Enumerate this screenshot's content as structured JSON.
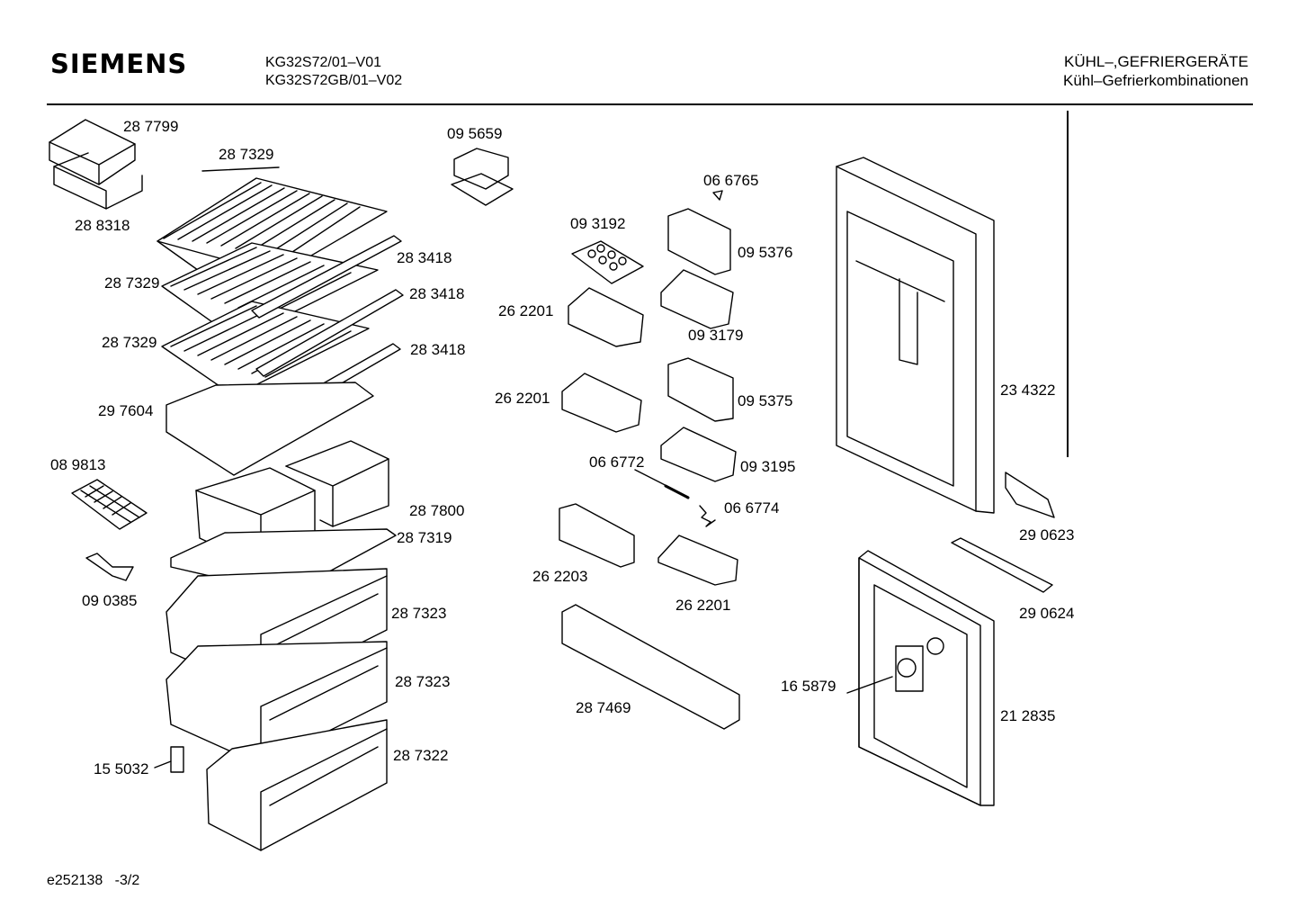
{
  "header": {
    "brand": "SIEMENS",
    "models": [
      "KG32S72/01–V01",
      "KG32S72GB/01–V02"
    ],
    "category_line1": "KÜHL–,GEFRIERGERÄTE",
    "category_line2": "Kühl–Gefrierkombinationen"
  },
  "parts": [
    "28 7799",
    "28 7329",
    "28 8318",
    "28 7329",
    "28 7329",
    "28 3418",
    "28 3418",
    "28 3418",
    "29 7604",
    "08 9813",
    "28 7800",
    "28 7319",
    "09 0385",
    "28 7323",
    "28 7323",
    "15 5032",
    "28 7322",
    "09 5659",
    "06 6765",
    "09 3192",
    "09 5376",
    "26 2201",
    "09 3179",
    "26 2201",
    "09 5375",
    "06 6772",
    "09 3195",
    "06 6774",
    "26 2203",
    "26 2201",
    "28 7469",
    "23 4322",
    "29 0623",
    "29 0624",
    "16 5879",
    "21 2835"
  ],
  "footer": {
    "doc_id": "e252138",
    "page": "-3/2"
  }
}
